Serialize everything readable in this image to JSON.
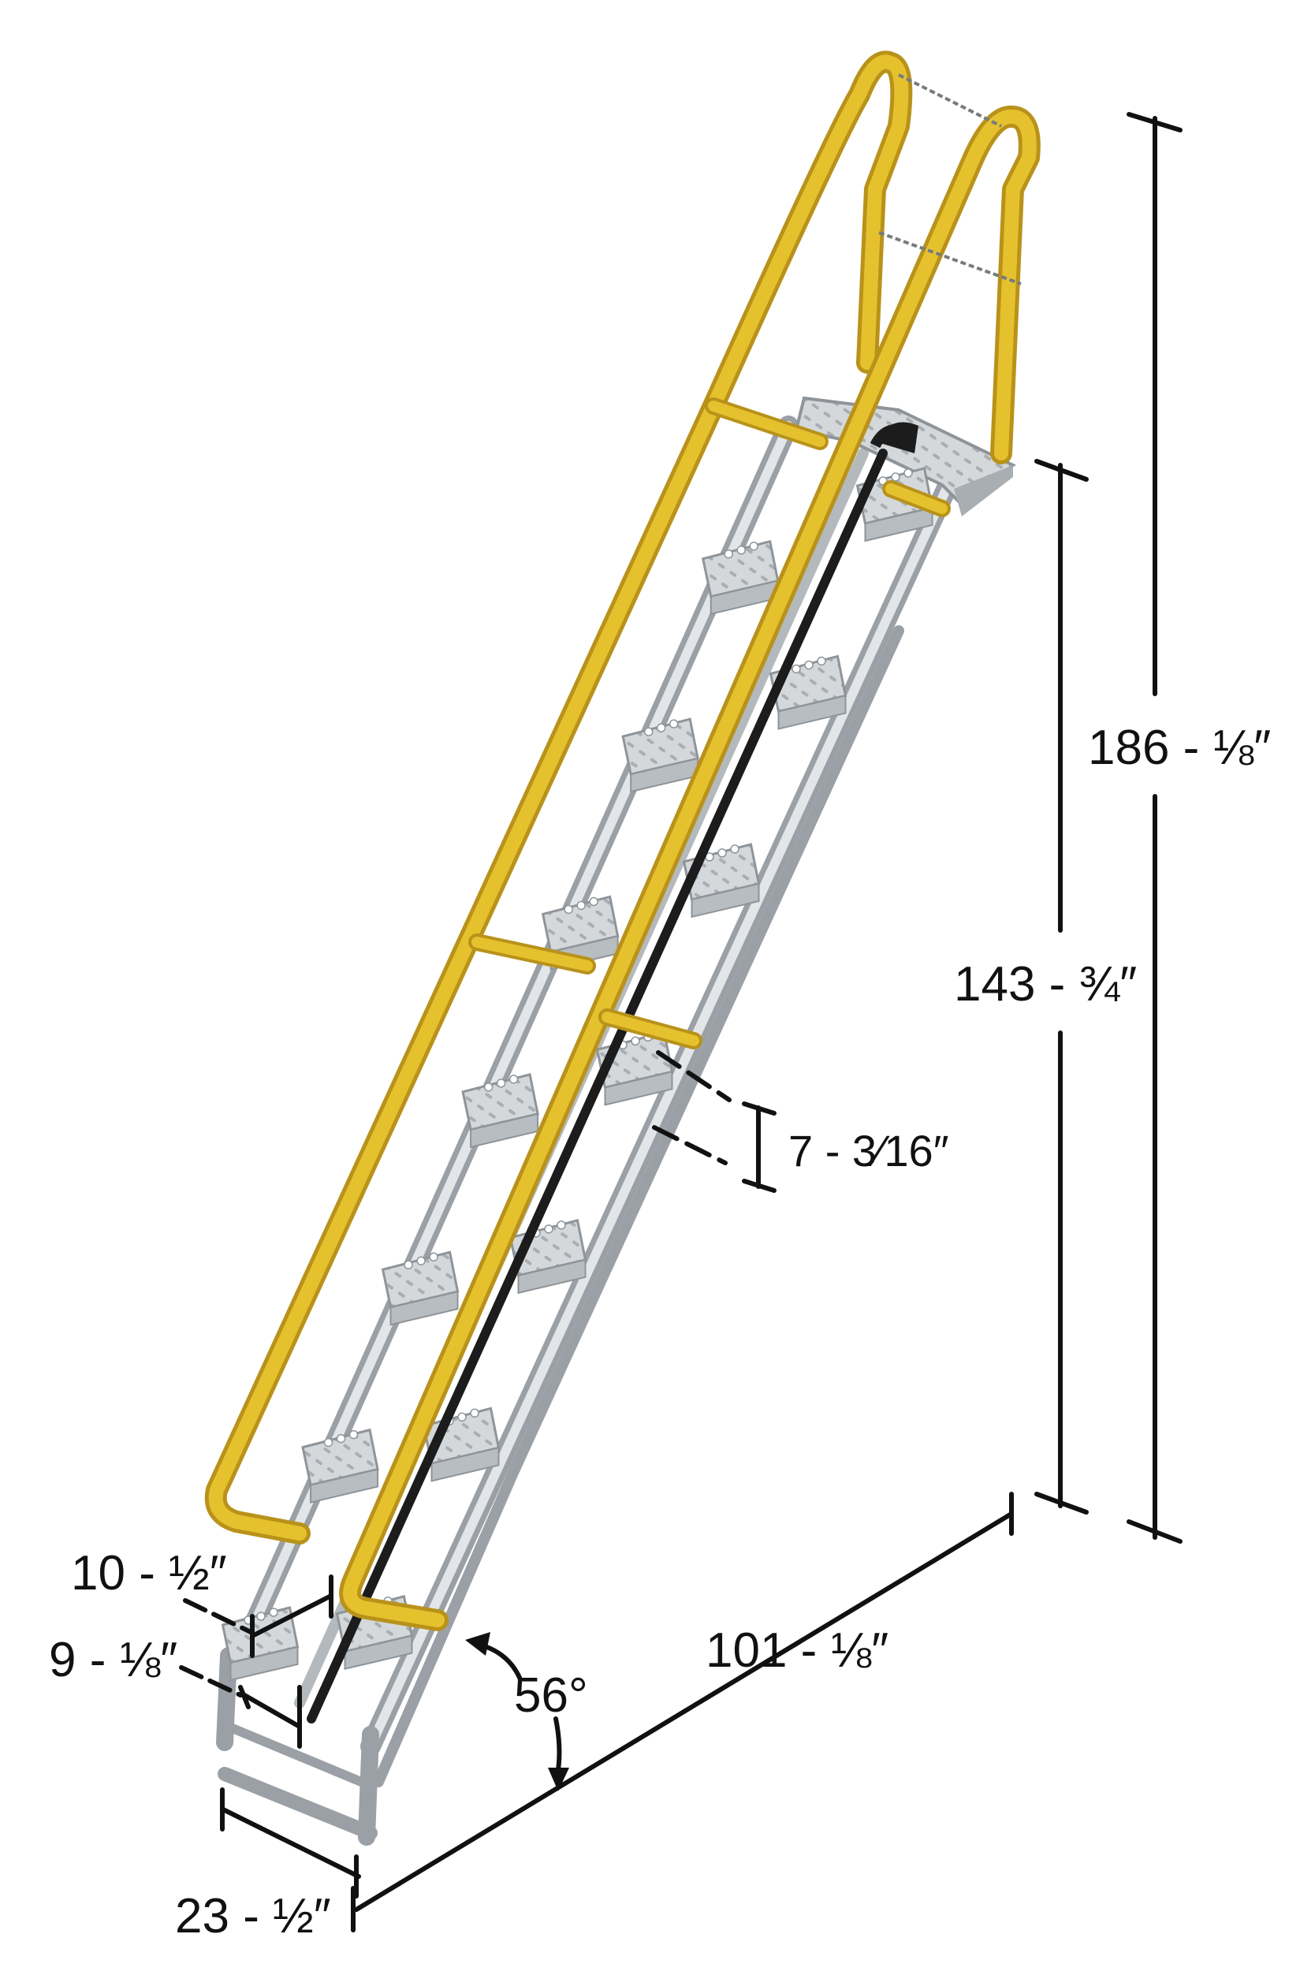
{
  "figure": {
    "subject": "alternating tread stair with yellow handrails",
    "colors": {
      "rail": "#e6c12e",
      "rail_shadow": "#b8921a",
      "steel": "#cfd3d6",
      "steel_dark": "#8e9499",
      "ink": "#111111",
      "center_rail": "#1c1c1c"
    }
  },
  "dimensions": {
    "overall_height": "186 - ⅛″",
    "landing_height": "143 - ¾″",
    "rise": "7 - 3⁄16″",
    "tread_depth_10": "10 - ½″",
    "tread_depth_9": "9 - ⅛″",
    "angle": "56°",
    "horizontal_run": "101 - ⅛″",
    "width": "23 - ½″"
  }
}
